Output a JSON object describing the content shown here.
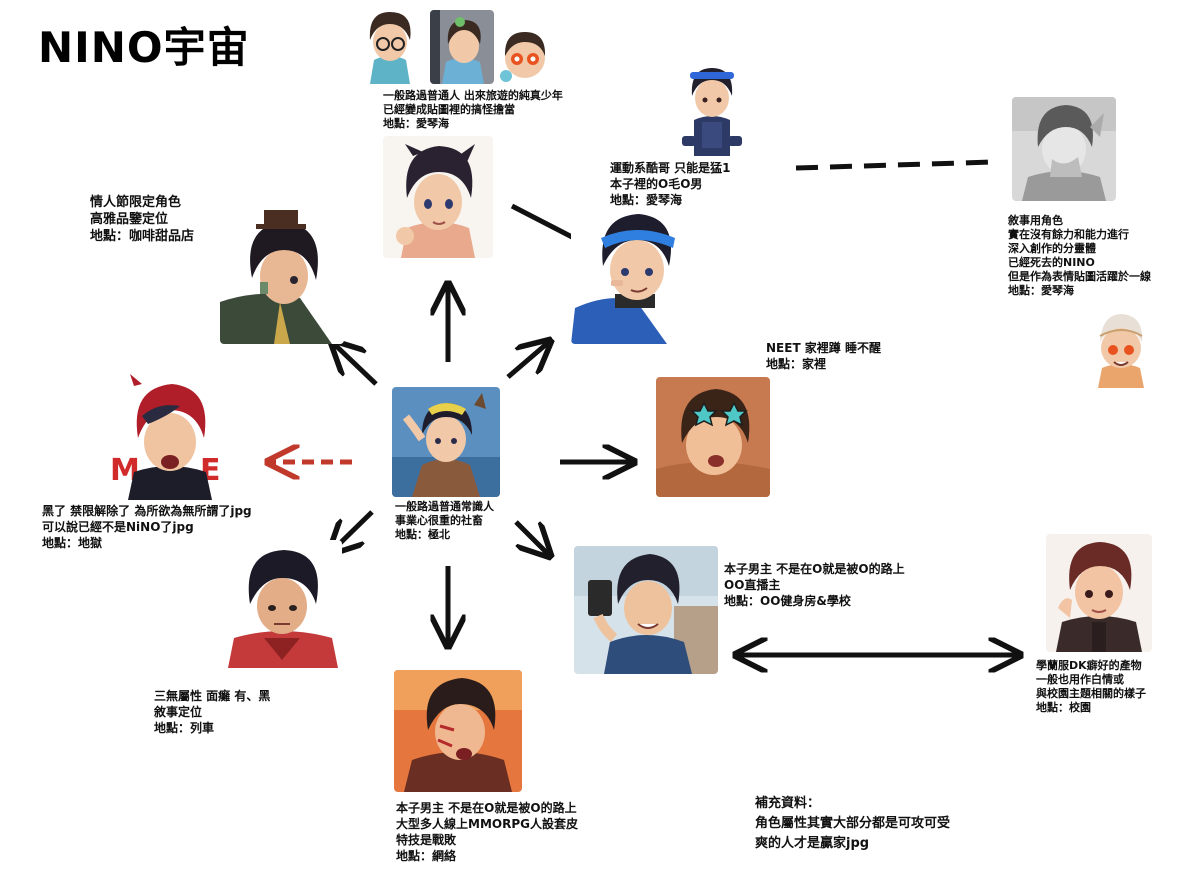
{
  "title": "NINO宇宙",
  "nodes": {
    "center": {
      "lines": [
        "一般路過普通常識人",
        "事業心很重的社畜",
        "地點：極北"
      ]
    },
    "top": {
      "lines": [
        "一般路過普通人 出來旅遊的純真少年",
        "已經變成貼圖裡的搞怪擔當",
        "地點：愛琴海"
      ]
    },
    "sport": {
      "lines": [
        "運動系酷哥 只能是猛1",
        "本子裡的O毛O男",
        "地點：愛琴海"
      ]
    },
    "valentine": {
      "lines": [
        "情人節限定角色",
        "高雅品鑒定位",
        "地點：咖啡甜品店"
      ]
    },
    "narrative": {
      "lines": [
        "敘事用角色",
        "實在沒有餘力和能力進行",
        "深入創作的分靈體",
        "已經死去的NINO",
        "但是作為表情貼圖活躍於一線",
        "地點：愛琴海"
      ]
    },
    "neet": {
      "lines": [
        "NEET 家裡蹲 睡不醒",
        "地點：家裡"
      ]
    },
    "dark": {
      "lines": [
        "黑了 禁限解除了 為所欲為無所謂了jpg",
        "可以說已經不是NiNO了jpg",
        "地點：地獄"
      ]
    },
    "streamer": {
      "lines": [
        "本子男主 不是在O就是被O的路上",
        "OO直播主",
        "地點：OO健身房&學校"
      ]
    },
    "school": {
      "lines": [
        "學蘭服DK癖好的產物",
        "一般也用作白情或",
        "與校園主題相關的樣子",
        "地點：校園"
      ]
    },
    "train": {
      "lines": [
        "三無屬性 面癱 有、黑",
        "敘事定位",
        "地點：列車"
      ]
    },
    "mmo": {
      "lines": [
        "本子男主 不是在O就是被O的路上",
        "大型多人線上MMORPG人設套皮",
        "特技是戰敗",
        "地點：網絡"
      ]
    },
    "supplement": {
      "lines": [
        "補充資料：",
        "角色屬性其實大部分都是可攻可受",
        "爽的人才是贏家jpg"
      ]
    }
  },
  "colors": {
    "arrow": "#111111",
    "dashed_red": "#c0392b",
    "hair_dark": "#1f1c2c",
    "skin": "#f2c9a8"
  }
}
